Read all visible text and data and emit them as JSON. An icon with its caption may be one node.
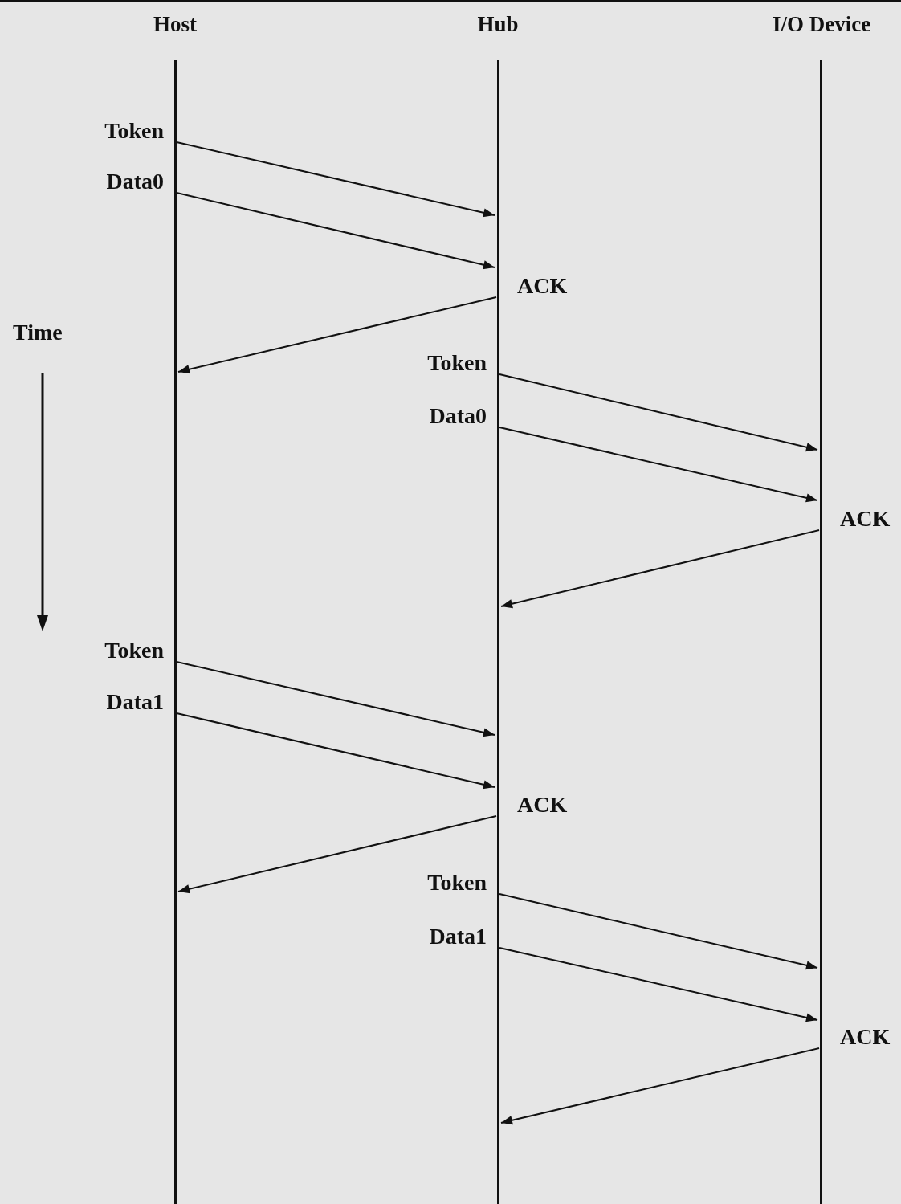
{
  "diagram": {
    "nodes": [
      {
        "text": [
          "Host"
        ]
      },
      {
        "text": [
          "Hub"
        ]
      },
      {
        "text": [
          "I/O Device"
        ]
      }
    ],
    "edges": [
      {
        "from": 0,
        "to": 1,
        "arrow": "to",
        "label": "Token"
      },
      {
        "from": 0,
        "to": 1,
        "arrow": "to",
        "label": "Data0"
      },
      {
        "from": 1,
        "to": 0,
        "arrow": "to",
        "label": "ACK"
      },
      {
        "from": 1,
        "to": 2,
        "arrow": "to",
        "label": "Token"
      },
      {
        "from": 1,
        "to": 2,
        "arrow": "to",
        "label": "Data0"
      },
      {
        "from": 2,
        "to": 1,
        "arrow": "to",
        "label": "ACK"
      },
      {
        "from": 0,
        "to": 1,
        "arrow": "to",
        "label": "Token"
      },
      {
        "from": 0,
        "to": 1,
        "arrow": "to",
        "label": "Data1"
      },
      {
        "from": 1,
        "to": 0,
        "arrow": "to",
        "label": "ACK"
      },
      {
        "from": 1,
        "to": 2,
        "arrow": "to",
        "label": "Token"
      },
      {
        "from": 1,
        "to": 2,
        "arrow": "to",
        "label": "Data1"
      },
      {
        "from": 2,
        "to": 1,
        "arrow": "to",
        "label": "ACK"
      }
    ],
    "labels": [
      "Time"
    ]
  }
}
